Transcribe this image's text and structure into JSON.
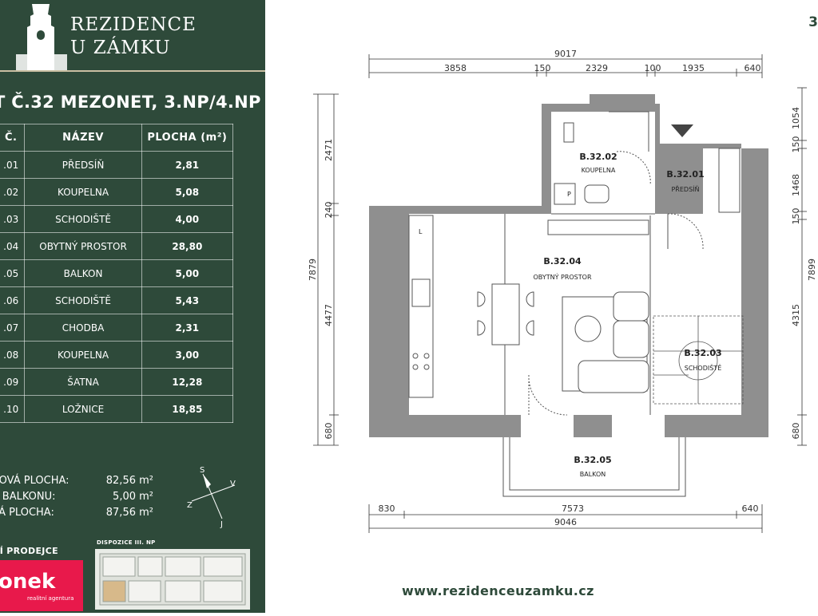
{
  "brand": {
    "line1": "REZIDENCE",
    "line2": "U ZÁMKU"
  },
  "unit_title": "T Č.32 MEZONET, 3.NP/4.NP",
  "table": {
    "headers": [
      "Č.",
      "NÁZEV",
      "PLOCHA (m²)"
    ],
    "rows": [
      {
        "no": ".01",
        "name": "PŘEDSÍŇ",
        "area": "2,81"
      },
      {
        "no": ".02",
        "name": "KOUPELNA",
        "area": "5,08"
      },
      {
        "no": ".03",
        "name": "SCHODIŠTĚ",
        "area": "4,00"
      },
      {
        "no": ".04",
        "name": "OBYTNÝ PROSTOR",
        "area": "28,80"
      },
      {
        "no": ".05",
        "name": "BALKON",
        "area": "5,00"
      },
      {
        "no": ".06",
        "name": "SCHODIŠTĚ",
        "area": "5,43"
      },
      {
        "no": ".07",
        "name": "CHODBA",
        "area": "2,31"
      },
      {
        "no": ".08",
        "name": "KOUPELNA",
        "area": "3,00"
      },
      {
        "no": ".09",
        "name": "ŠATNA",
        "area": "12,28"
      },
      {
        "no": ".10",
        "name": "LOŽNICE",
        "area": "18,85"
      }
    ]
  },
  "summary": [
    {
      "label": "AHOVÁ PLOCHA:",
      "value": "82,56 m²"
    },
    {
      "label": "HA BALKONU:",
      "value": "5,00 m²"
    },
    {
      "label": "OVÁ PLOCHA:",
      "value": "87,56 m²"
    }
  ],
  "compass": {
    "s": "S",
    "v": "V",
    "z": "Z",
    "j": "J"
  },
  "footer": {
    "sales_label": "ADNÍ PRODEJCE",
    "logo_name": "onek",
    "logo_sub": "realitní agentura",
    "disp_label": "DISPOZICE III. NP"
  },
  "plan": {
    "dims_top_total": "9017",
    "dims_top": [
      "3858",
      "150",
      "2329",
      "100",
      "1935",
      "640"
    ],
    "dims_bottom": [
      "830",
      "7573",
      "640"
    ],
    "dims_bottom_total": "9046",
    "dims_left": [
      "2471",
      "240",
      "4477",
      "680"
    ],
    "dims_left_total": "7879",
    "dims_right": [
      "1054",
      "150",
      "1468",
      "150",
      "4315",
      "680"
    ],
    "dims_right_total": "7899",
    "rooms": [
      {
        "code": "B.32.02",
        "name": "KOUPELNA"
      },
      {
        "code": "B.32.01",
        "name": "PŘEDSÍŇ"
      },
      {
        "code": "B.32.04",
        "name": "OBYTNÝ PROSTOR"
      },
      {
        "code": "B.32.03",
        "name": "SCHODIŠTĚ"
      },
      {
        "code": "B.32.05",
        "name": "BALKON"
      }
    ],
    "fixture_labels": {
      "l": "L",
      "p": "P"
    }
  },
  "floor_no": "3",
  "website": "www.rezidenceuzamku.cz",
  "colors": {
    "sidebar": "#2e4a3a",
    "accent_line": "#c9bfa2",
    "logo": "#e8194b",
    "wall": "#8f8f8f"
  }
}
